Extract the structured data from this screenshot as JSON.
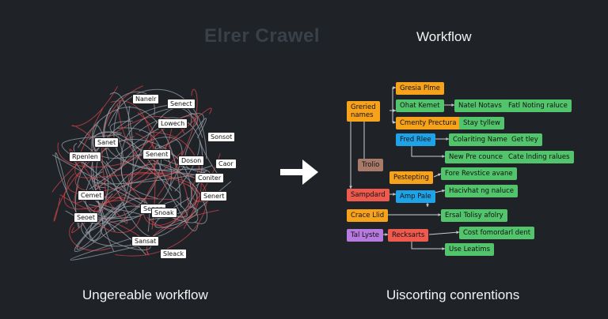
{
  "header": {
    "faint_title": "Elrer Crawel",
    "workflow_title": "Workflow"
  },
  "captions": {
    "left": "Ungereable workflow",
    "right": "Uiscorting conrentions"
  },
  "colors": {
    "background": "#1f2328",
    "tangle_grey": "#9aa0a8",
    "tangle_red": "#d0454a",
    "orange": "#f7a21b",
    "green": "#52c46b",
    "blue": "#1fa3e8",
    "brown": "#a87a6a",
    "red": "#ef5a4e",
    "purple": "#b77be0"
  },
  "tangle_tags": [
    "Nanelr",
    "Senect",
    "Lowech",
    "Sanet",
    "Sonsot",
    "Rpenlen",
    "Senent",
    "Doson",
    "Caor",
    "Coniter",
    "Cemet",
    "Senert",
    "Seoet",
    "Senen",
    "Snoak",
    "Sansat",
    "Sleack"
  ],
  "flow_nodes": [
    {
      "id": "gresia",
      "label": "Gresia Plme",
      "color": "orange"
    },
    {
      "id": "greried",
      "label": "Greried\nnames",
      "color": "orange"
    },
    {
      "id": "ohat",
      "label": "Ohat Kemet",
      "color": "green"
    },
    {
      "id": "natel",
      "label": "Natel Notavs",
      "color": "green"
    },
    {
      "id": "fatl",
      "label": "Fatl Noting raluce",
      "color": "green"
    },
    {
      "id": "cmenty",
      "label": "Cmenty Prectura",
      "color": "orange"
    },
    {
      "id": "stay",
      "label": "Stay tyllew",
      "color": "green"
    },
    {
      "id": "fred",
      "label": "Fred Rlee",
      "color": "blue"
    },
    {
      "id": "colariting",
      "label": "Colariting Name",
      "color": "green"
    },
    {
      "id": "get",
      "label": "Get tley",
      "color": "green"
    },
    {
      "id": "newpre",
      "label": "New Pre counce",
      "color": "green"
    },
    {
      "id": "cate",
      "label": "Cate lnding ralues",
      "color": "green"
    },
    {
      "id": "trolio",
      "label": "Trolio",
      "color": "brown"
    },
    {
      "id": "pestepting",
      "label": "Pestepting",
      "color": "orange"
    },
    {
      "id": "fore",
      "label": "Fore Revstice avane",
      "color": "green"
    },
    {
      "id": "sampdard",
      "label": "Sampdard",
      "color": "red"
    },
    {
      "id": "amp",
      "label": "Amp Pale",
      "color": "blue"
    },
    {
      "id": "hacivhat",
      "label": "Hacivhat ng naluce",
      "color": "green"
    },
    {
      "id": "crace",
      "label": "Crace Llid",
      "color": "orange"
    },
    {
      "id": "ersal",
      "label": "Ersal Tolisy afolry",
      "color": "green"
    },
    {
      "id": "tal",
      "label": "Tal Lyste",
      "color": "purple"
    },
    {
      "id": "recksarts",
      "label": "Recksarts",
      "color": "red"
    },
    {
      "id": "cost",
      "label": "Cost fomordarl dent",
      "color": "green"
    },
    {
      "id": "use",
      "label": "Use Leatims",
      "color": "green"
    }
  ]
}
